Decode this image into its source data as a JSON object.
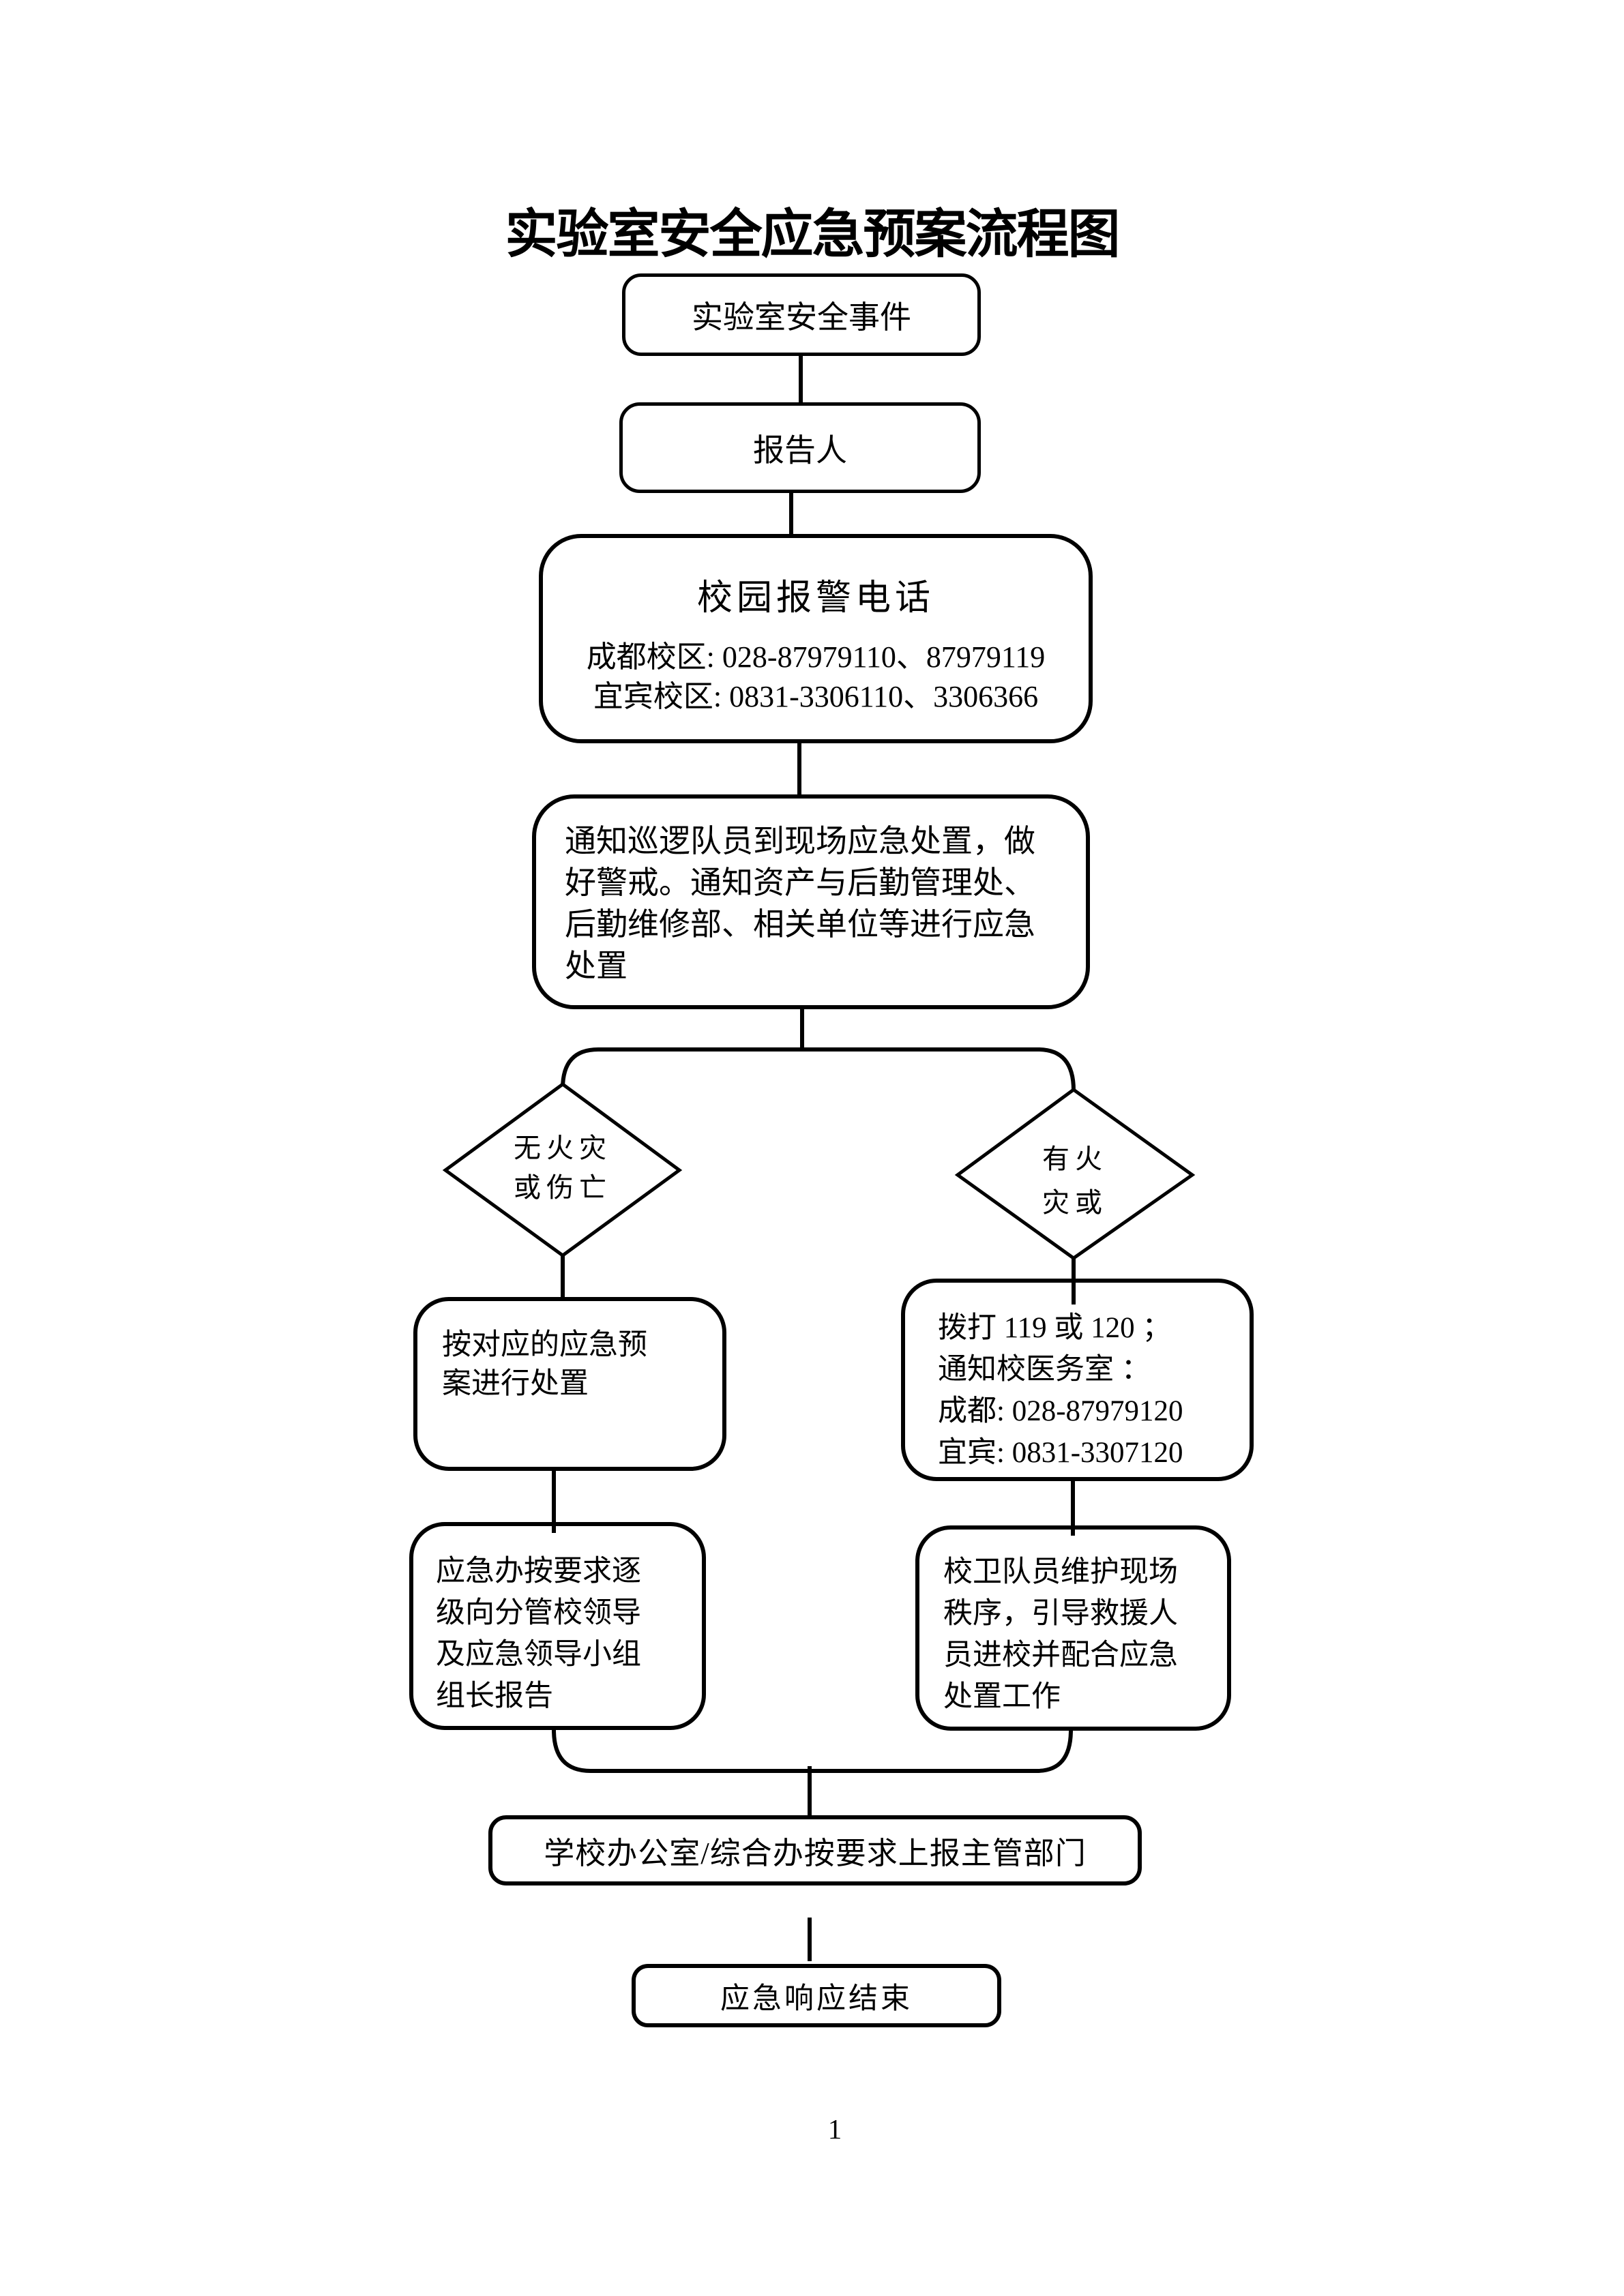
{
  "colors": {
    "ink": "#000000",
    "paper": "#ffffff"
  },
  "title": "实验室安全应急预案流程图",
  "page_number": "1",
  "flowchart": {
    "incident": {
      "label": "实验室安全事件"
    },
    "reporter": {
      "label": "报告人"
    },
    "phone": {
      "title": "校园报警电话",
      "lines": [
        "成都校区: 028-87979110、87979119",
        "宜宾校区: 0831-3306110、3306366"
      ]
    },
    "notify": {
      "lines": [
        "通知巡逻队员到现场应急处置，做",
        "好警戒。通知资产与后勤管理处、",
        "后勤维修部、相关单位等进行应急",
        "处置"
      ]
    },
    "decision_left": {
      "lines": [
        "无火灾",
        "或伤亡"
      ]
    },
    "decision_right": {
      "lines": [
        "有火",
        "灾或"
      ]
    },
    "plan": {
      "lines": [
        "按对应的应急预",
        "案进行处置"
      ]
    },
    "call": {
      "lines": [
        "拨打 119 或 120 ；",
        "通知校医务室 ：",
        "成都: 028-87979120",
        "宜宾: 0831-3307120"
      ]
    },
    "leaders": {
      "lines": [
        "应急办按要求逐",
        "级向分管校领导",
        "及应急领导小组",
        "组长报告"
      ]
    },
    "guards": {
      "lines": [
        "校卫队员维护现场",
        "秩序，引导救援人",
        "员进校并配合应急",
        "处置工作"
      ]
    },
    "office": {
      "label": "学校办公室/综合办按要求上报主管部门"
    },
    "end": {
      "label": "应急响应结束"
    }
  }
}
